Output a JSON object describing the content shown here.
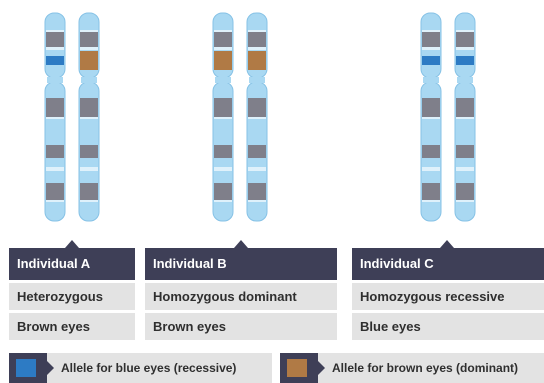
{
  "colors": {
    "chromosome": "#a9d8f2",
    "chromosome_edge": "#86c2e6",
    "band_grey": "#7f7f8a",
    "allele_blue": "#2d7bc4",
    "allele_brown": "#b07a45",
    "header_bg": "#3e3f57",
    "row_bg": "#e3e3e3"
  },
  "individuals": [
    {
      "name": "Individual A",
      "zygosity": "Heterozygous",
      "phenotype": "Brown eyes",
      "alleles": [
        "blue",
        "brown"
      ]
    },
    {
      "name": "Individual B",
      "zygosity": "Homozygous dominant",
      "phenotype": "Brown eyes",
      "alleles": [
        "brown",
        "brown"
      ]
    },
    {
      "name": "Individual C",
      "zygosity": "Homozygous recessive",
      "phenotype": "Blue eyes",
      "alleles": [
        "blue",
        "blue"
      ]
    }
  ],
  "legend": [
    {
      "label": "Allele for blue eyes (recessive)",
      "allele": "blue"
    },
    {
      "label": "Allele for brown eyes (dominant)",
      "allele": "brown"
    }
  ]
}
